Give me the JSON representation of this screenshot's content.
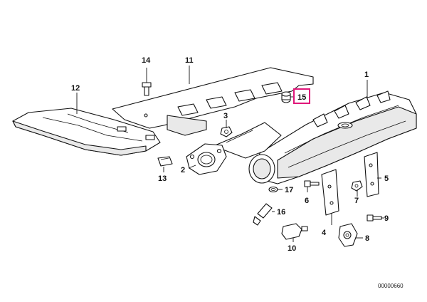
{
  "diagram": {
    "callouts": {
      "c1": "1",
      "c2": "2",
      "c3": "3",
      "c4": "4",
      "c5": "5",
      "c6": "6",
      "c7": "7",
      "c8": "8",
      "c9": "9",
      "c10": "10",
      "c11": "11",
      "c12": "12",
      "c13": "13",
      "c14": "14",
      "c15": "15",
      "c16": "16",
      "c17": "17"
    },
    "highlighted_callout": "15",
    "highlight_color": "#e0177a",
    "drawing_code": "00000660"
  }
}
